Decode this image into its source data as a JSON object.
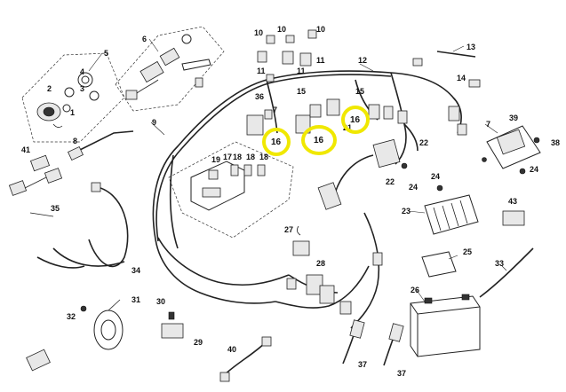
{
  "diagram": {
    "highlight_color": "#f0e800",
    "callouts": {
      "c1": "1",
      "c2": "2",
      "c3": "3",
      "c4": "4",
      "c5": "5",
      "c6": "6",
      "c7a": "7",
      "c7b": "7",
      "c8": "8",
      "c9": "9",
      "c10a": "10",
      "c10b": "10",
      "c10c": "10",
      "c11a": "11",
      "c11b": "11",
      "c11c": "11",
      "c12": "12",
      "c13": "13",
      "c14": "14",
      "c15a": "15",
      "c15b": "15",
      "c16a": "16",
      "c16b": "16",
      "c16c": "16",
      "c17": "17",
      "c18a": "18",
      "c18b": "18",
      "c18c": "18",
      "c19": "19",
      "c21": "21",
      "c22a": "22",
      "c22b": "22",
      "c23": "23",
      "c24a": "24",
      "c24b": "24",
      "c25": "25",
      "c26": "26",
      "c27": "27",
      "c28": "28",
      "c29": "29",
      "c30": "30",
      "c31": "31",
      "c32": "32",
      "c33": "33",
      "c34": "34",
      "c35": "35",
      "c36": "36",
      "c37a": "37",
      "c37b": "37",
      "c38": "38",
      "c39": "39",
      "c40": "40",
      "c41": "41",
      "c43": "43"
    },
    "highlighted_part": "16"
  }
}
